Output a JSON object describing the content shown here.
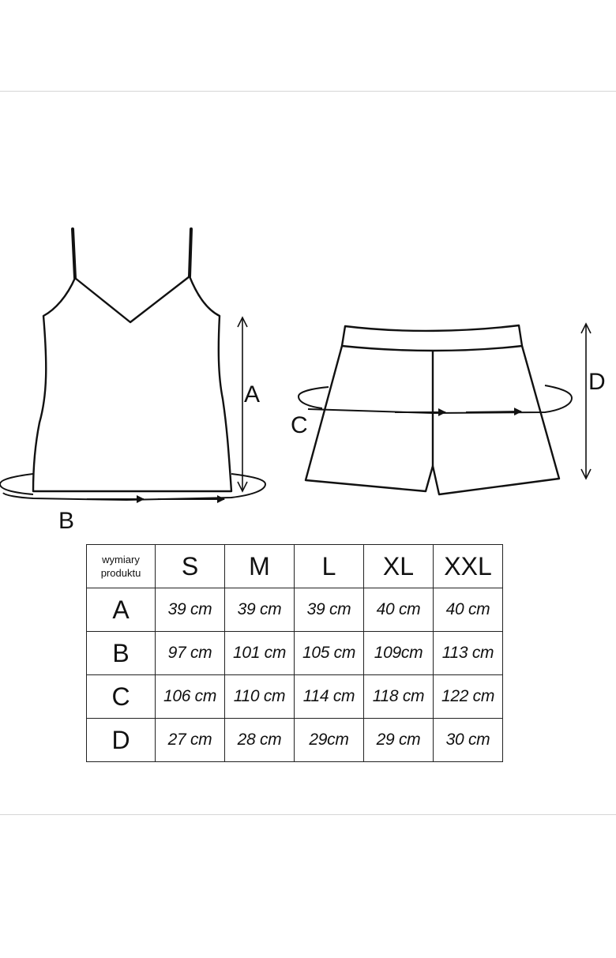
{
  "figure": {
    "labels": {
      "a": "A",
      "b": "B",
      "c": "C",
      "d": "D"
    }
  },
  "table": {
    "corner_label_line1": "wymiary",
    "corner_label_line2": "produktu",
    "sizes": [
      "S",
      "M",
      "L",
      "XL",
      "XXL"
    ],
    "rows": [
      {
        "label": "A",
        "values": [
          "39 cm",
          "39 cm",
          "39 cm",
          "40 cm",
          "40 cm"
        ]
      },
      {
        "label": "B",
        "values": [
          "97 cm",
          "101 cm",
          "105 cm",
          "109cm",
          "113 cm"
        ]
      },
      {
        "label": "C",
        "values": [
          "106 cm",
          "110 cm",
          "114 cm",
          "118 cm",
          "122 cm"
        ]
      },
      {
        "label": "D",
        "values": [
          "27 cm",
          "28 cm",
          "29cm",
          "29 cm",
          "30 cm"
        ]
      }
    ]
  }
}
